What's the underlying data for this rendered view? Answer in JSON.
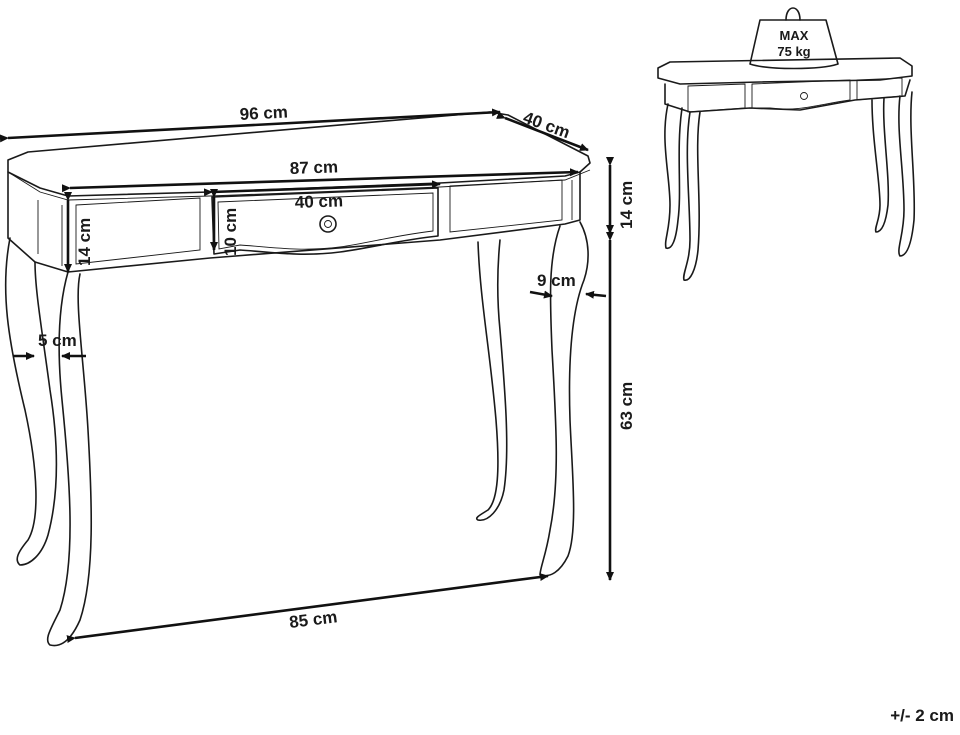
{
  "dimensions": {
    "width": "96 cm",
    "depth": "40 cm",
    "inner_width": "87 cm",
    "drawer_width": "40 cm",
    "drawer_height": "10 cm",
    "apron_height": "14 cm",
    "leg_width": "5 cm",
    "leg_offset": "9 cm",
    "leg_height": "63 cm",
    "leg_span": "85 cm",
    "side_apron_height": "14 cm"
  },
  "load": {
    "line1": "MAX",
    "line2": "75 kg"
  },
  "tolerance": "+/- 2 cm"
}
